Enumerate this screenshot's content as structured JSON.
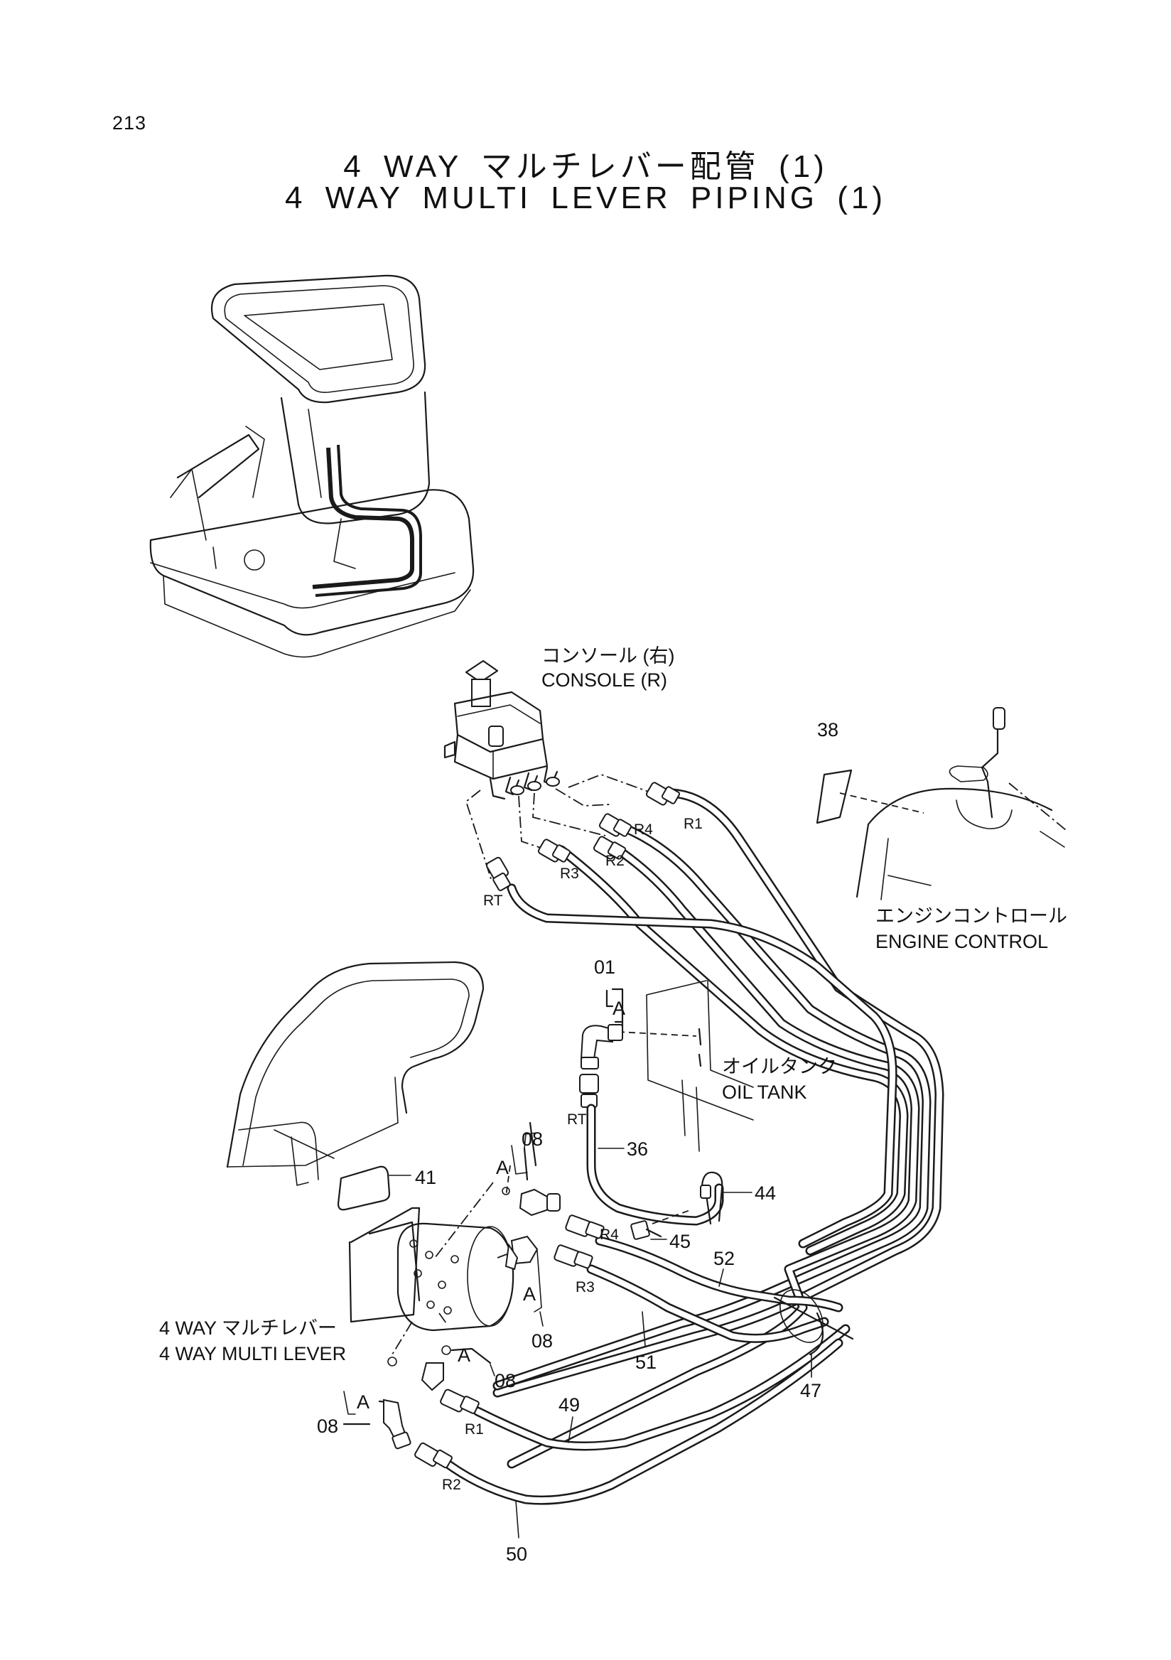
{
  "page_number": "213",
  "title_jp": "4 WAY マルチレバー配管 (1)",
  "title_en": "4 WAY MULTI LEVER PIPING (1)",
  "labels": {
    "console_jp": "コンソール (右)",
    "console_en": "CONSOLE (R)",
    "engine_control_jp": "エンジンコントロール",
    "engine_control_en": "ENGINE CONTROL",
    "oil_tank_jp": "オイルタンク",
    "oil_tank_en": "OIL TANK",
    "multi_lever_jp": "4 WAY マルチレバー",
    "multi_lever_en": "4 WAY MULTI LEVER"
  },
  "port_labels": {
    "r1_top": "R1",
    "r2_top": "R2",
    "r3_top": "R3",
    "r4_top": "R4",
    "rt_top": "RT",
    "rt_tank": "RT",
    "r4_lever": "R4",
    "r3_lever": "R3",
    "r1_lever": "R1",
    "r2_lever": "R2"
  },
  "detail_labels": {
    "a_tank": "A",
    "a_left": "A",
    "a_mid": "A",
    "a_low": "A",
    "a_bottom": "A"
  },
  "part_numbers": {
    "p38": "38",
    "p01": "01",
    "p36": "36",
    "p44": "44",
    "p45": "45",
    "p41": "41",
    "p08_top": "08",
    "p08_mid": "08",
    "p08_low": "08",
    "p08_left": "08",
    "p52": "52",
    "p51": "51",
    "p47": "47",
    "p49": "49",
    "p50": "50"
  }
}
